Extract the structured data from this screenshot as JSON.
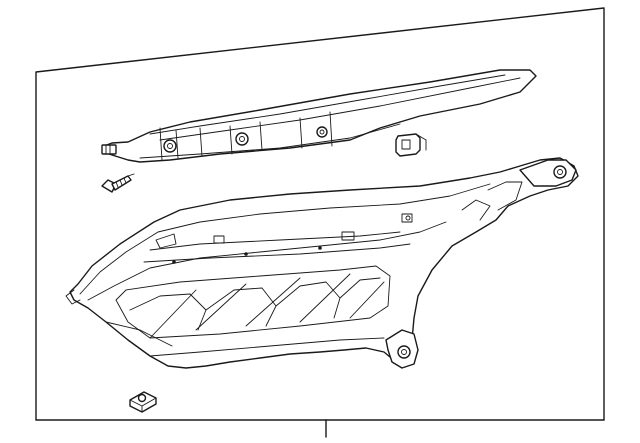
{
  "diagram": {
    "parts": [
      {
        "name": "headlight-housing"
      },
      {
        "name": "upper-mounting-bracket"
      },
      {
        "name": "mounting-screw"
      },
      {
        "name": "retainer-clip"
      },
      {
        "name": "nut-clip"
      }
    ]
  }
}
